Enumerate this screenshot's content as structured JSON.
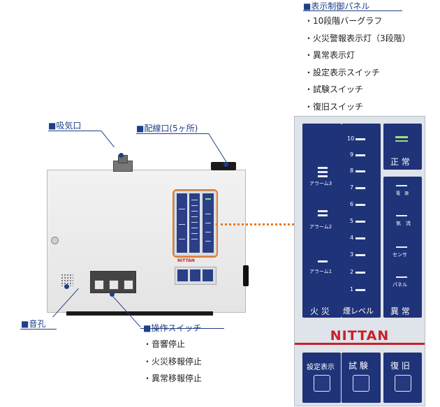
{
  "callouts": {
    "intake": "■吸気口",
    "wiring": "■配線口(5ヶ所)",
    "sound_hole": "■音孔",
    "control_panel": {
      "title": "■表示制御パネル",
      "items": [
        "・10段階バーグラフ",
        "・火災警報表示灯（3段階）",
        "・異常表示灯",
        "・設定表示スイッチ",
        "・試験スイッチ",
        "・復旧スイッチ"
      ]
    },
    "operation_switch": {
      "title": "■操作スイッチ",
      "items": [
        "・音響停止",
        "・火災移報停止",
        "・異常移報停止"
      ]
    }
  },
  "panel": {
    "alarms": [
      "アラーム3",
      "アラーム2",
      "アラーム1"
    ],
    "fire_label": "火 災",
    "bar_levels": [
      "10",
      "9",
      "8",
      "7",
      "6",
      "5",
      "4",
      "3",
      "2",
      "1"
    ],
    "smoke_level_label": "煙レベル",
    "normal_label": "正 常",
    "faults": [
      "電　源",
      "気　流",
      "センサ",
      "パネル"
    ],
    "fault_label": "異 常",
    "brand": "NITTAN",
    "buttons": [
      "設定表示",
      "試 験",
      "復 旧"
    ]
  },
  "device": {
    "brand": "NITTAN"
  },
  "colors": {
    "accent_blue": "#1d3f87",
    "panel_navy": "#1f3378",
    "highlight_orange": "#e77b22",
    "normal_led": "#9be07a",
    "brand_red": "#c8202a"
  }
}
